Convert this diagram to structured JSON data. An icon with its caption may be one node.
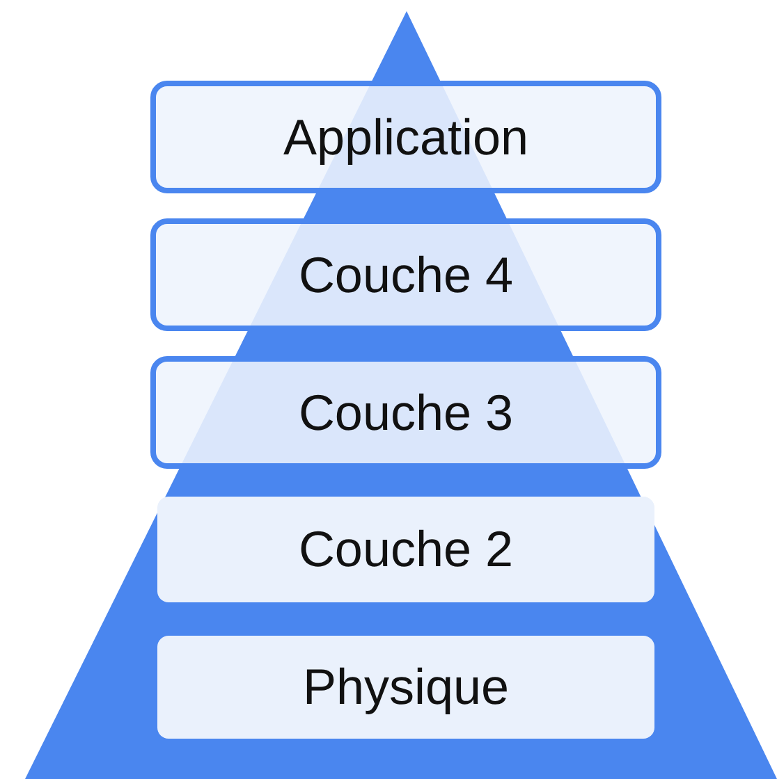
{
  "diagram": {
    "nodes": [
      {
        "text": [
          "Application"
        ]
      },
      {
        "text": [
          "Couche 4"
        ]
      },
      {
        "text": [
          "Couche 3"
        ]
      },
      {
        "text": [
          "Couche 2"
        ]
      },
      {
        "text": [
          "Physique"
        ]
      }
    ]
  }
}
